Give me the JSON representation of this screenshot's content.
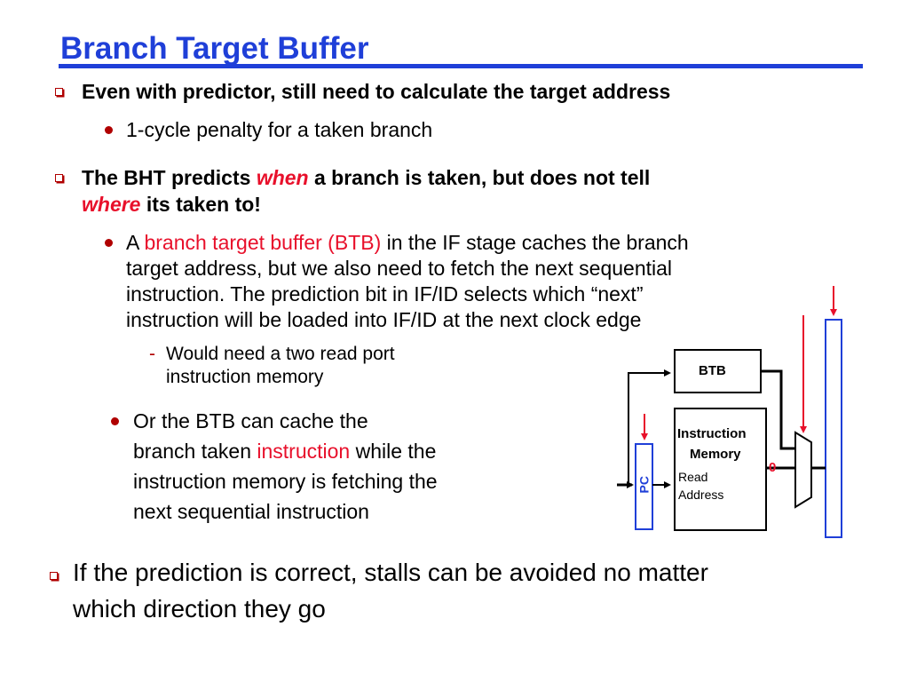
{
  "title": "Branch Target Buffer",
  "bullets": {
    "b1": "Even with predictor, still need to calculate the target address",
    "b1_sub": "1-cycle penalty for a taken branch",
    "b2_pre": "The BHT predicts ",
    "b2_when": "when",
    "b2_post": " a branch is taken, but does not tell",
    "b2_where": "where",
    "b2_end": " its taken to!",
    "b2_sub1_a": "A ",
    "b2_sub1_red": "branch target buffer (BTB)",
    "b2_sub1_b": " in the IF stage caches the branch",
    "b2_sub1_line2": "target address, but we also need to fetch the next sequential",
    "b2_sub1_line3": "instruction.  The prediction bit in IF/ID selects which “next”",
    "b2_sub1_line4": "instruction will be loaded into IF/ID at the next clock edge",
    "b2_sub1_dash": "-",
    "b2_sub1_sub_line1": "Would need a two read port",
    "b2_sub1_sub_line2": "instruction memory",
    "b2_sub2_line1": "Or the BTB can cache the",
    "b2_sub2_line2_a": "branch taken ",
    "b2_sub2_line2_red": "instruction",
    "b2_sub2_line2_b": " while the",
    "b2_sub2_line3": "instruction memory is fetching the",
    "b2_sub2_line4": "next sequential instruction",
    "b3_line1": "If the prediction is correct, stalls can be avoided no matter",
    "b3_line2": "which direction they go"
  },
  "diagram": {
    "btb_label": "BTB",
    "imem_label_1": "Instruction",
    "imem_label_2": "Memory",
    "read_label_1": "Read",
    "read_label_2": "Address",
    "pc_label": "PC",
    "mux_input": "0"
  },
  "colors": {
    "title": "#1f3fd8",
    "accent_red": "#e8102b",
    "bullet": "#b00000",
    "pc_blue": "#1f3fd8"
  }
}
